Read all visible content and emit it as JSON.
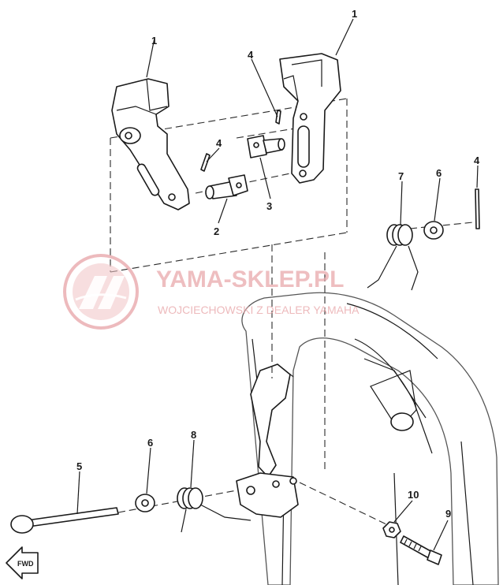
{
  "watermark": {
    "title": "YAMA-SKLEP.PL",
    "subtitle": "WOJCIECHOWSKI Z DEALER YAMAHA"
  },
  "direction_marker": "FWD",
  "callouts": [
    {
      "id": "c1a",
      "number": "1"
    },
    {
      "id": "c1b",
      "number": "1"
    },
    {
      "id": "c2",
      "number": "2"
    },
    {
      "id": "c3",
      "number": "3"
    },
    {
      "id": "c4a",
      "number": "4"
    },
    {
      "id": "c4b",
      "number": "4"
    },
    {
      "id": "c4c",
      "number": "4"
    },
    {
      "id": "c5",
      "number": "5"
    },
    {
      "id": "c6a",
      "number": "6"
    },
    {
      "id": "c6b",
      "number": "6"
    },
    {
      "id": "c7",
      "number": "7"
    },
    {
      "id": "c8",
      "number": "8"
    },
    {
      "id": "c9",
      "number": "9"
    },
    {
      "id": "c10",
      "number": "10"
    }
  ],
  "colors": {
    "line": "#1a1a1a",
    "watermark": "#e9a9ac",
    "background": "#ffffff"
  }
}
